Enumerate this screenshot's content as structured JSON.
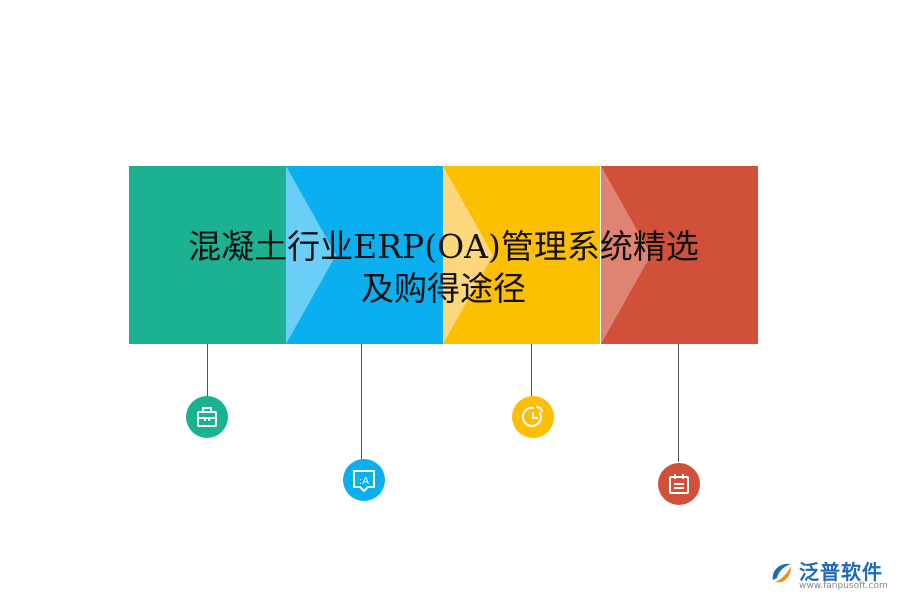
{
  "title": {
    "line1": "混凝土行业ERP(OA)管理系统精选",
    "line2": "及购得途径"
  },
  "steps": [
    {
      "color": "#1bb193",
      "icon": "briefcase-icon"
    },
    {
      "color": "#0aaff0",
      "icon": "translate-chat-icon"
    },
    {
      "color": "#fdbf02",
      "icon": "refresh-clock-icon"
    },
    {
      "color": "#d05039",
      "icon": "calendar-icon"
    }
  ],
  "logo": {
    "name": "泛普软件",
    "url": "www.fanpusoft.com"
  }
}
